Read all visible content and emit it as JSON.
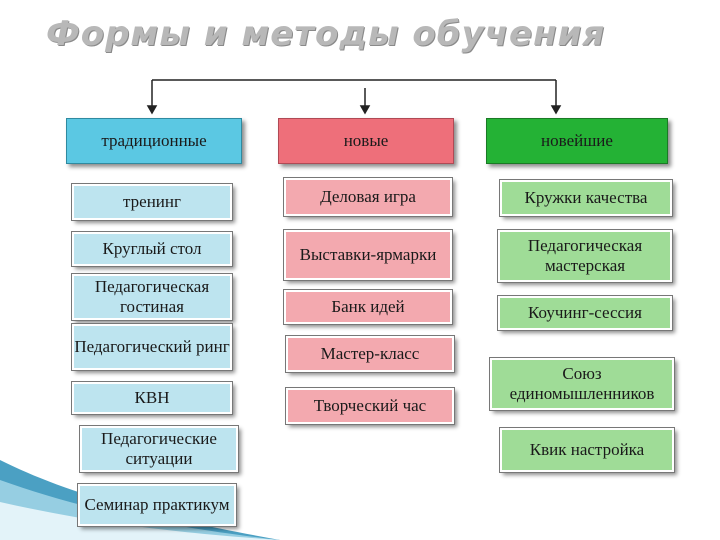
{
  "title": "Формы и методы обучения",
  "headers": {
    "traditional": "традиционные",
    "new": "новые",
    "newest": "новейшие"
  },
  "traditional_items": [
    "тренинг",
    "Круглый стол",
    "Педагогическая гостиная",
    "Педагогический ринг",
    "КВН",
    "Педагогические ситуации",
    "Семинар практикум"
  ],
  "new_items": [
    "Деловая игра",
    "Выставки-ярмарки",
    "Банк идей",
    "Мастер-класс",
    "Творческий час"
  ],
  "newest_items": [
    "Кружки качества",
    "Педагогическая мастерская",
    "Коучинг-сессия",
    "Союз единомышленников",
    "Квик настройка"
  ],
  "colors": {
    "traditional_header": "#5bc8e3",
    "traditional_item": "#bde4ef",
    "new_header": "#ee6f7a",
    "new_item": "#f3a9af",
    "newest_header": "#24b235",
    "newest_item": "#9fdc97"
  }
}
